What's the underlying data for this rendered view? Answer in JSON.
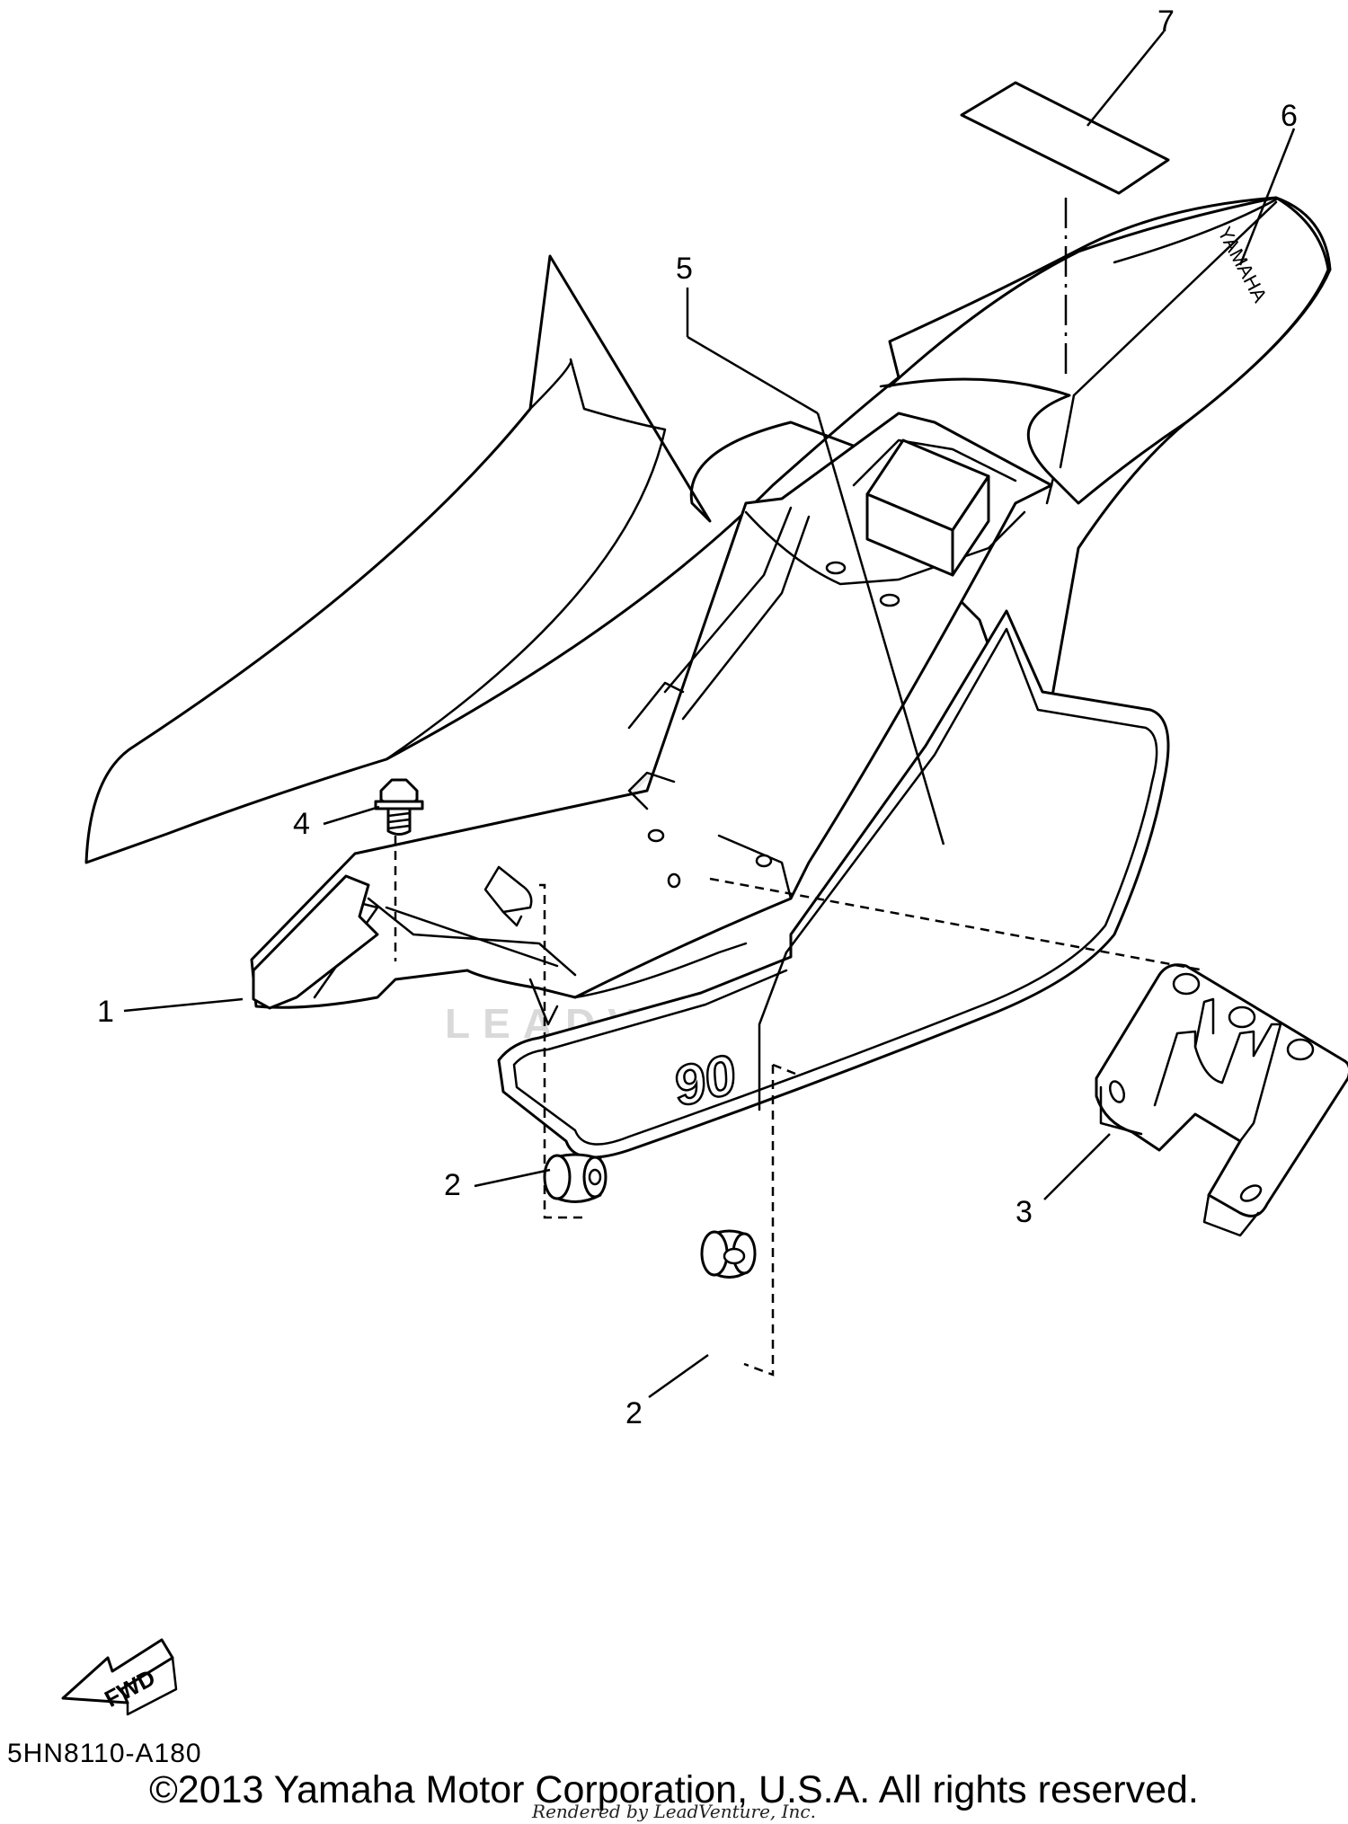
{
  "diagram": {
    "code": "5HN8110-A180",
    "copyright": "©2013 Yamaha Motor Corporation, U.S.A. All rights reserved.",
    "rendered_by": "Rendered by LeadVenture, Inc.",
    "watermark": "LEADVENTURE",
    "fwd_label": "FWD",
    "seat_brand": "YAMAHA",
    "side_cover_number": "90",
    "callouts": [
      {
        "id": "callout-1",
        "label": "1"
      },
      {
        "id": "callout-2a",
        "label": "2"
      },
      {
        "id": "callout-2b",
        "label": "2"
      },
      {
        "id": "callout-3",
        "label": "3"
      },
      {
        "id": "callout-4",
        "label": "4"
      },
      {
        "id": "callout-5",
        "label": "5"
      },
      {
        "id": "callout-6",
        "label": "6"
      },
      {
        "id": "callout-7",
        "label": "7"
      }
    ]
  }
}
